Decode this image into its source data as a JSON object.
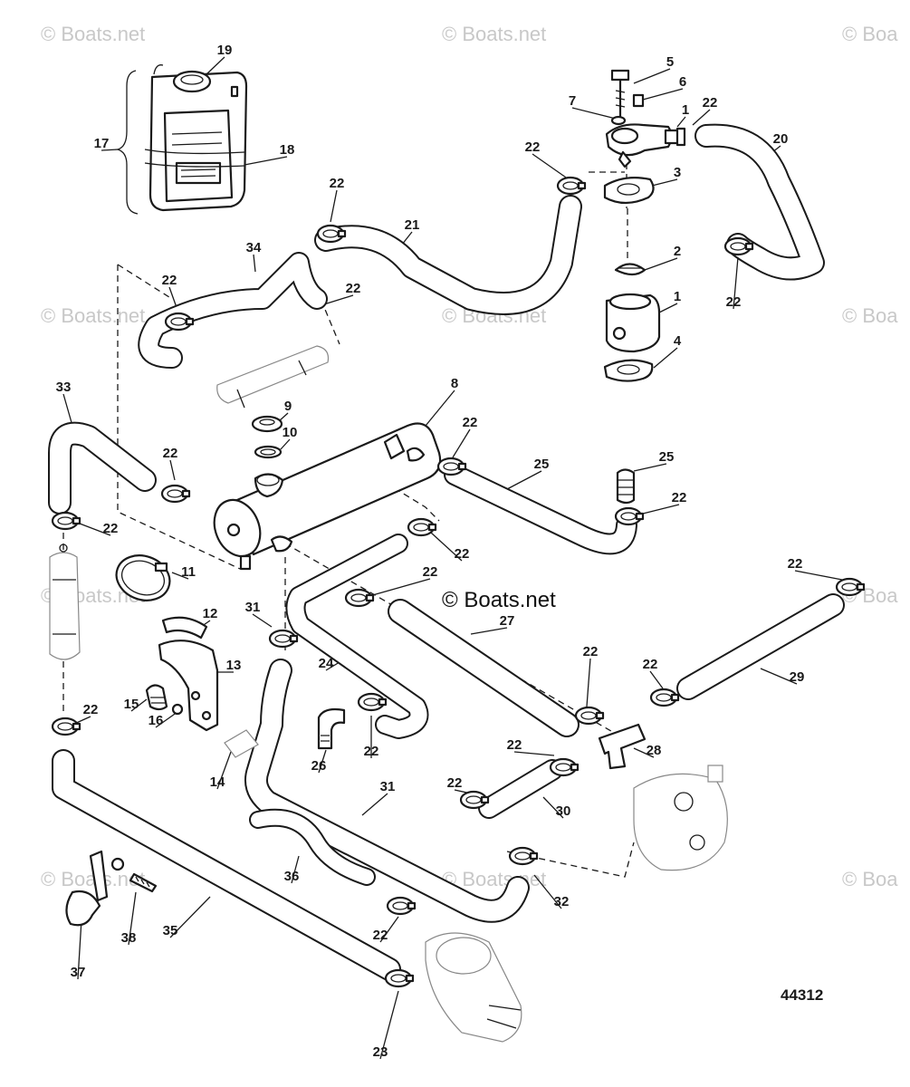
{
  "watermark": {
    "text": "© Boats.net",
    "partial_text": "© Boa",
    "center_text": "© Boats.net"
  },
  "reference_number": "44312",
  "callouts": [
    "1",
    "1",
    "2",
    "3",
    "4",
    "5",
    "6",
    "7",
    "8",
    "9",
    "10",
    "11",
    "12",
    "13",
    "14",
    "15",
    "16",
    "17",
    "18",
    "19",
    "20",
    "21",
    "22",
    "22",
    "22",
    "22",
    "22",
    "22",
    "22",
    "22",
    "22",
    "22",
    "22",
    "22",
    "22",
    "22",
    "22",
    "22",
    "22",
    "22",
    "22",
    "22",
    "23",
    "24",
    "25",
    "25",
    "26",
    "27",
    "28",
    "29",
    "30",
    "31",
    "31",
    "32",
    "33",
    "34",
    "35",
    "36",
    "37",
    "38"
  ]
}
